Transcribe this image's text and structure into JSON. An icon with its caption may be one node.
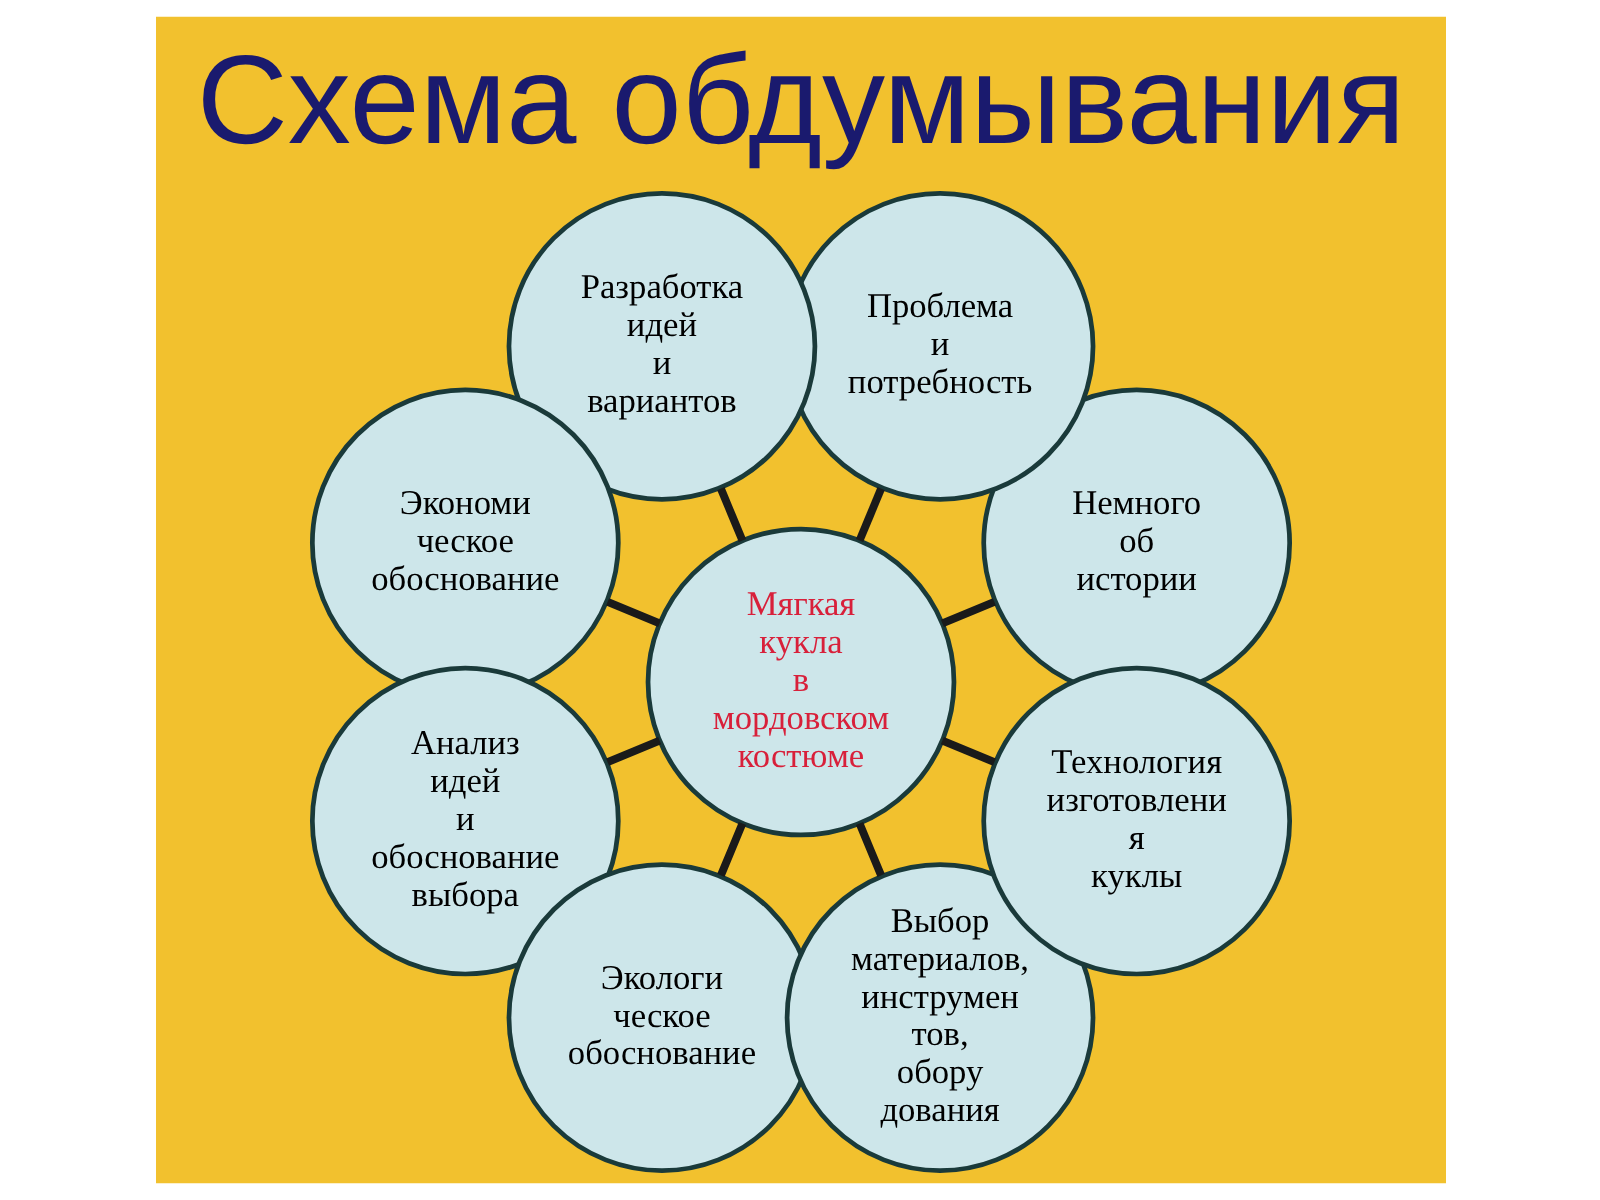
{
  "diagram": {
    "title": "Схема обдумывания",
    "nodes": [
      {
        "text": [
          "Немного об истории"
        ]
      },
      {
        "text": [
          "Проблема и потребность"
        ]
      },
      {
        "text": [
          "Разработка идей и вариантов"
        ]
      },
      {
        "text": [
          "Экономи ческое обоснование"
        ]
      },
      {
        "text": [
          "Мягкая кукла в мордовском костюме"
        ]
      },
      {
        "text": [
          "Анализ идей и обоснование выбора"
        ]
      },
      {
        "text": [
          "Экологи ческое обоснование"
        ]
      },
      {
        "text": [
          "Выбор материалов, инструмен тов, обору дования"
        ]
      },
      {
        "text": [
          "Технология изготовлени я куклы"
        ]
      }
    ],
    "edges": [
      {
        "from": 4,
        "to": 0,
        "arrow": "none"
      },
      {
        "from": 4,
        "to": 1,
        "arrow": "none"
      },
      {
        "from": 4,
        "to": 2,
        "arrow": "none"
      },
      {
        "from": 4,
        "to": 3,
        "arrow": "none"
      },
      {
        "from": 4,
        "to": 5,
        "arrow": "none"
      },
      {
        "from": 4,
        "to": 6,
        "arrow": "none"
      },
      {
        "from": 4,
        "to": 7,
        "arrow": "none"
      },
      {
        "from": 4,
        "to": 8,
        "arrow": "none"
      }
    ]
  }
}
